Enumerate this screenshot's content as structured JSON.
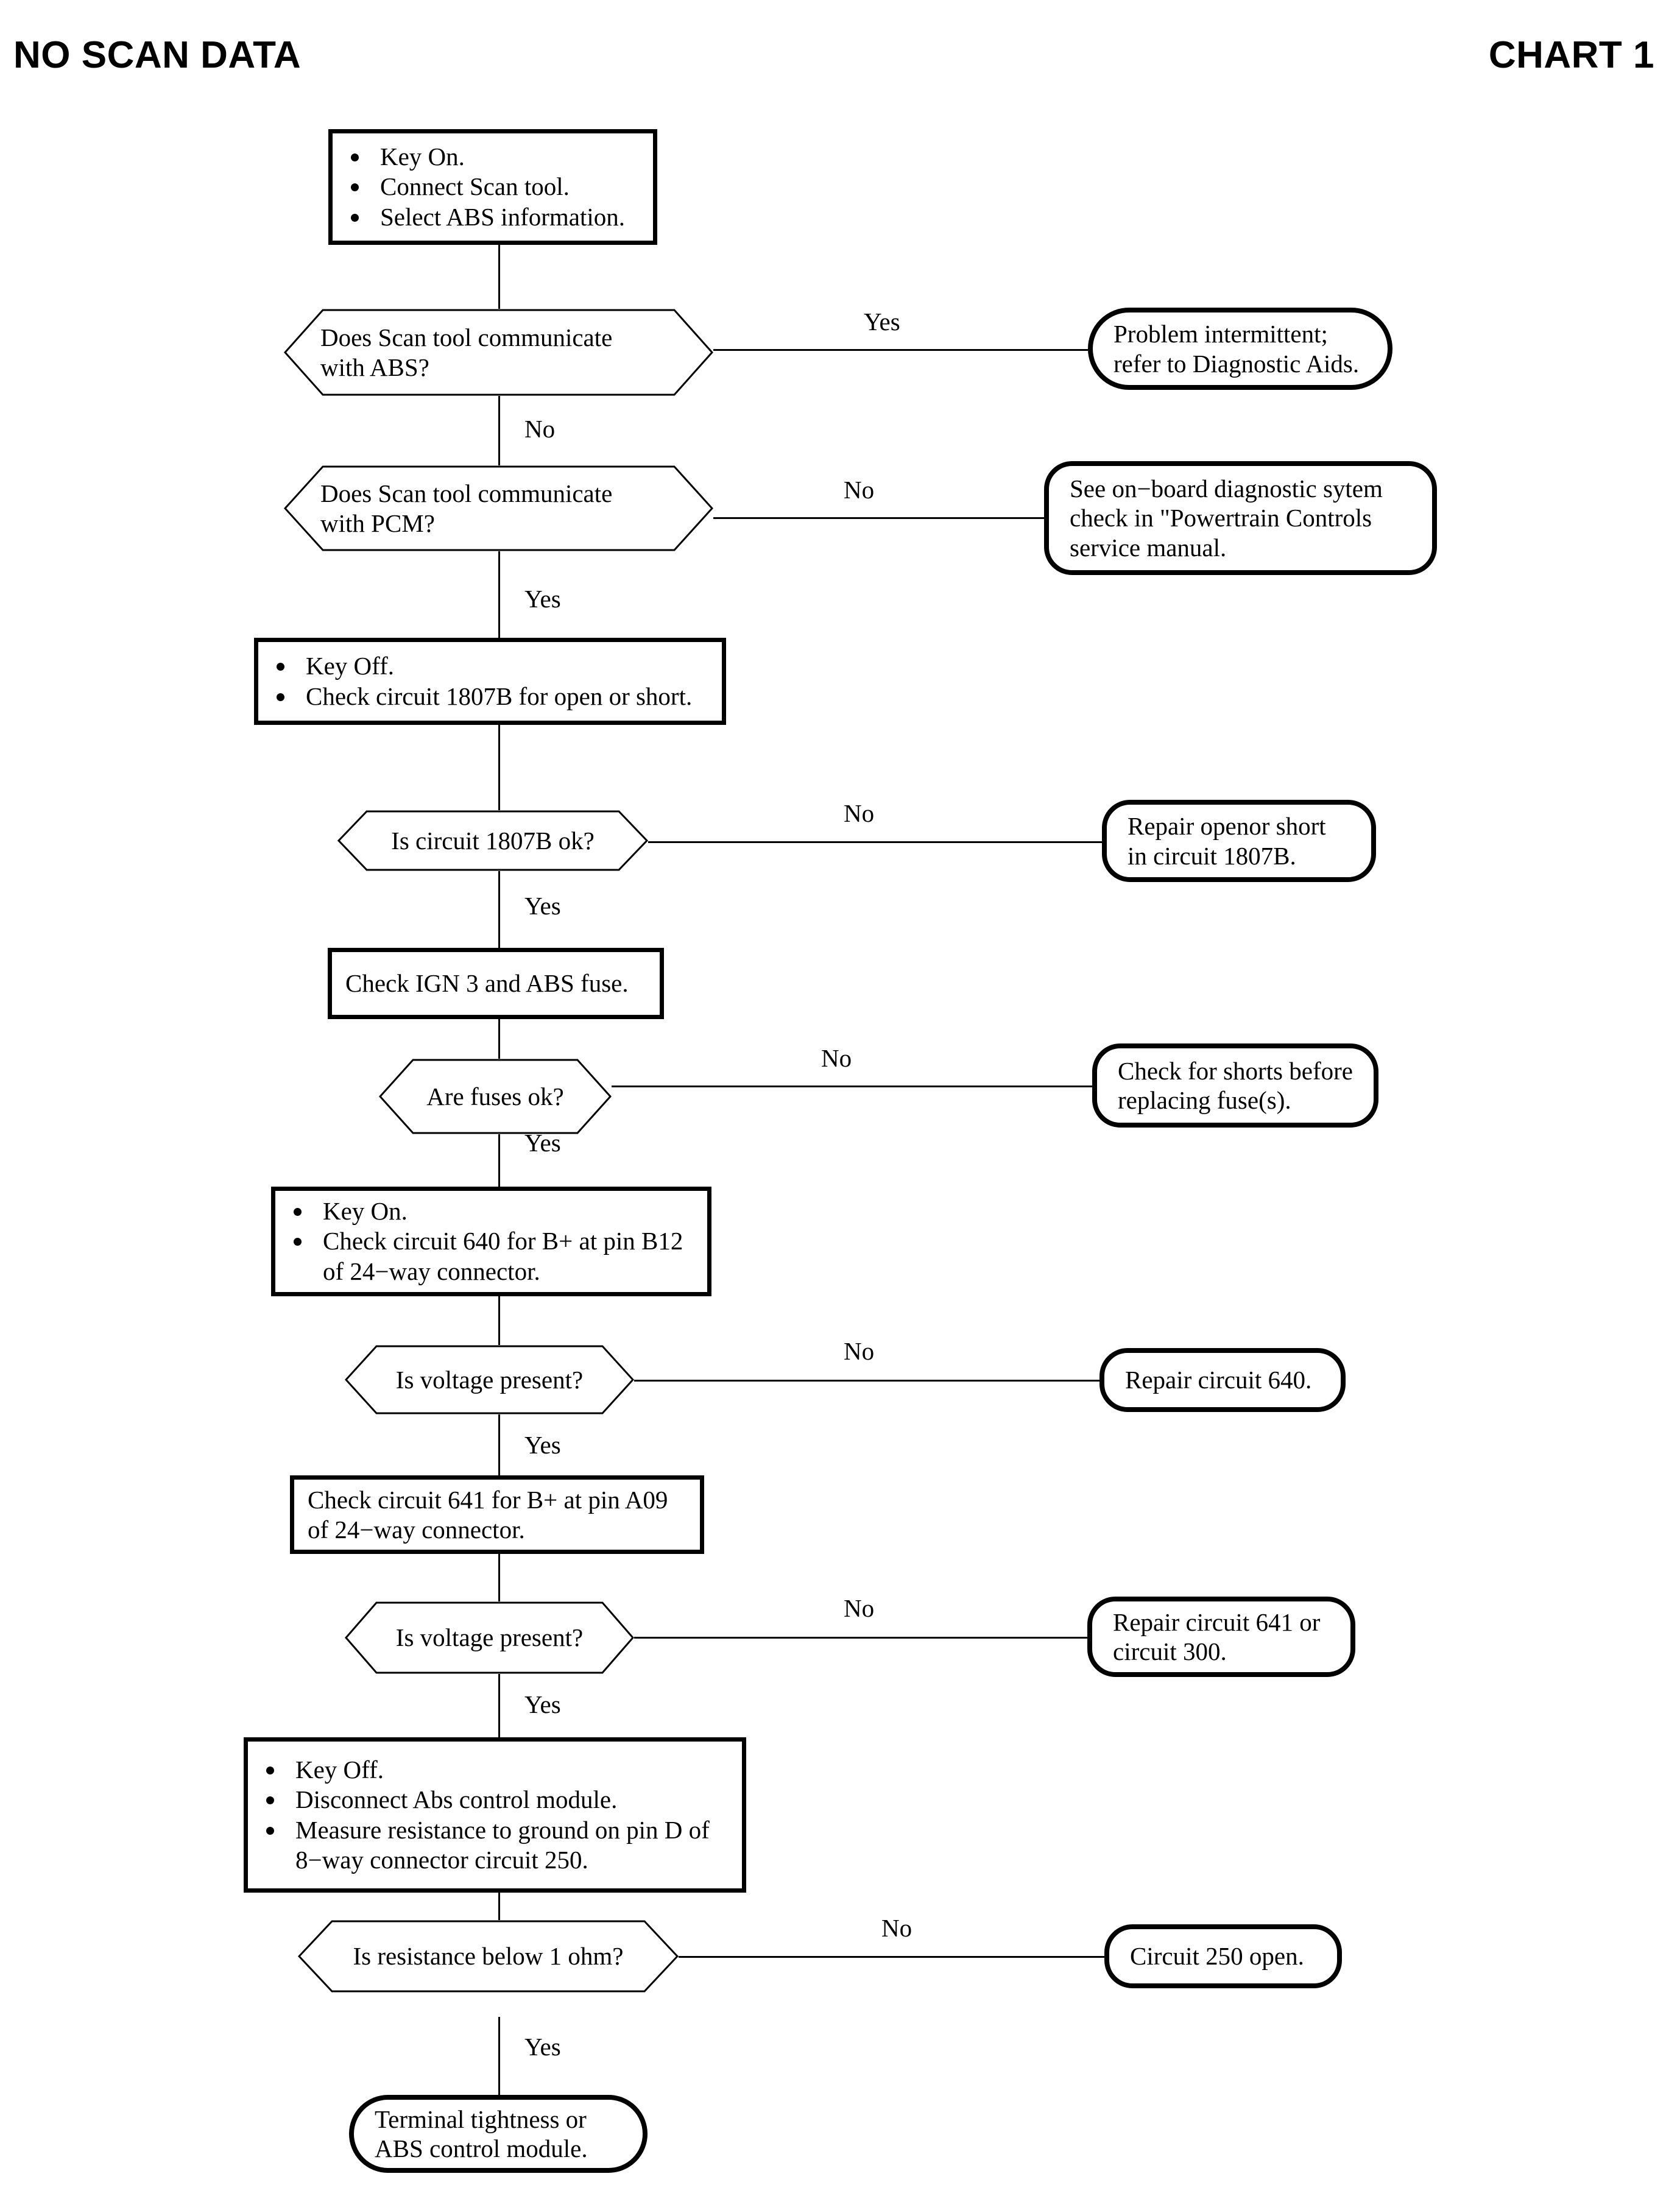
{
  "header": {
    "title_left": "NO SCAN DATA",
    "title_right": "CHART 1"
  },
  "nodes": {
    "start_box": {
      "type": "process",
      "bullets": [
        "Key On.",
        "Connect Scan tool.",
        "Select ABS information."
      ]
    },
    "dec_abs": {
      "type": "decision",
      "text": "Does Scan tool communicate\nwith ABS?"
    },
    "term_intermittent": {
      "type": "terminal",
      "text": "Problem intermittent;\nrefer to Diagnostic Aids."
    },
    "dec_pcm": {
      "type": "decision",
      "text": "Does Scan tool communicate\nwith PCM?"
    },
    "term_onboard": {
      "type": "terminal",
      "text": "See on−board diagnostic sytem\ncheck in \"Powertrain Controls\nservice manual."
    },
    "proc_1807b": {
      "type": "process",
      "bullets": [
        "Key Off.",
        "Check circuit 1807B for open or short."
      ]
    },
    "dec_1807b_ok": {
      "type": "decision",
      "text": "Is circuit 1807B ok?"
    },
    "term_repair_1807b": {
      "type": "terminal",
      "text": "Repair openor short\nin circuit 1807B."
    },
    "proc_ign3": {
      "type": "process",
      "text": "Check IGN 3 and ABS fuse."
    },
    "dec_fuses_ok": {
      "type": "decision",
      "text": "Are fuses ok?"
    },
    "term_check_shorts": {
      "type": "terminal",
      "text": "Check for shorts before\nreplacing fuse(s)."
    },
    "proc_640": {
      "type": "process",
      "bullets": [
        "Key On.",
        "Check circuit 640 for B+ at pin B12\nof 24−way connector."
      ]
    },
    "dec_voltage_640": {
      "type": "decision",
      "text": "Is voltage present?"
    },
    "term_repair_640": {
      "type": "terminal",
      "text": "Repair circuit 640."
    },
    "proc_641": {
      "type": "process",
      "text": "Check circuit 641 for B+ at pin A09\nof 24−way connector."
    },
    "dec_voltage_641": {
      "type": "decision",
      "text": "Is voltage present?"
    },
    "term_repair_641": {
      "type": "terminal",
      "text": "Repair circuit 641 or\ncircuit 300."
    },
    "proc_resistance": {
      "type": "process",
      "bullets": [
        "Key Off.",
        "Disconnect Abs control module.",
        "Measure resistance to ground on pin D of\n8−way connector circuit 250."
      ]
    },
    "dec_resistance": {
      "type": "decision",
      "text": "Is resistance below 1 ohm?"
    },
    "term_250_open": {
      "type": "terminal",
      "text": "Circuit 250 open."
    },
    "term_final": {
      "type": "terminal",
      "text": "Terminal tightness or\nABS control module."
    }
  },
  "edges": {
    "abs_yes": "Yes",
    "abs_no": "No",
    "pcm_no": "No",
    "pcm_yes": "Yes",
    "ok1807b_no": "No",
    "ok1807b_yes": "Yes",
    "fuses_no": "No",
    "fuses_yes": "Yes",
    "volt640_no": "No",
    "volt640_yes": "Yes",
    "volt641_no": "No",
    "volt641_yes": "Yes",
    "res_no": "No",
    "res_yes": "Yes"
  },
  "colors": {
    "ink": "#000000",
    "paper": "#ffffff"
  }
}
